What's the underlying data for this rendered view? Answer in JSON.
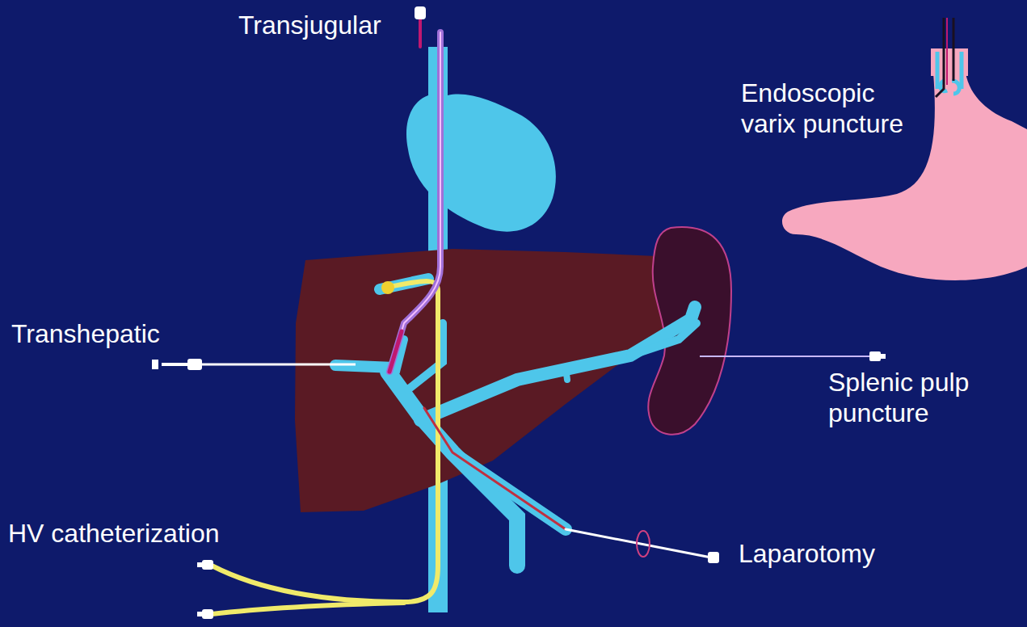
{
  "diagram": {
    "labels": [
      "Transjugular",
      "Endoscopic varix puncture",
      "Transhepatic",
      "Splenic pulp puncture",
      "HV catheterization",
      "Laparotomy"
    ]
  }
}
